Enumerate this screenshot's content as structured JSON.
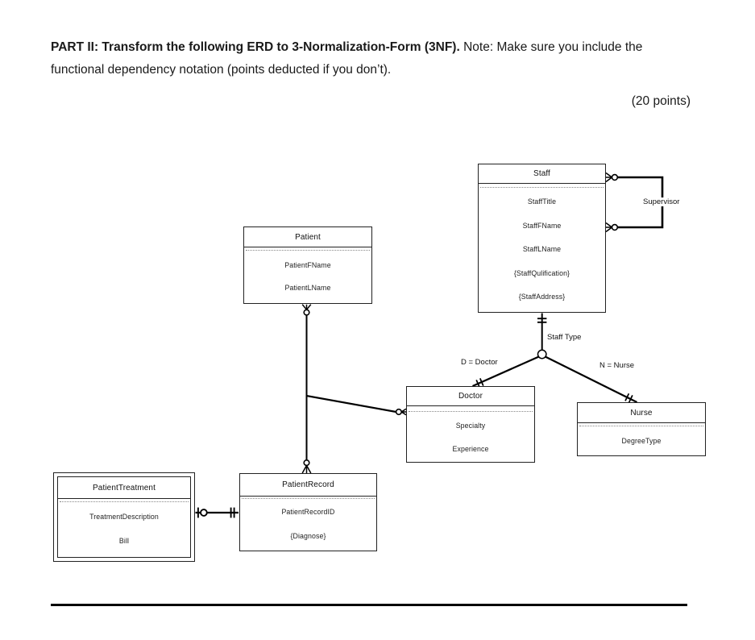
{
  "colors": {
    "background": "#ffffff",
    "ink": "#1a1a1a",
    "line": "#000000"
  },
  "header": {
    "line1_bold": "PART II: Transform the following ERD to 3-Normalization-Form (3NF).",
    "line1_regular": " Note: Make sure you include the functional dependency notation (points deducted if you don’t).",
    "points": "(20 points)"
  },
  "diagram": {
    "entities": [
      {
        "id": "staff",
        "title": "Staff",
        "attributes": [
          "StaffTitle",
          "StaffFName",
          "StaffLName",
          "{StaffQulification}",
          "{StaffAddress}"
        ]
      },
      {
        "id": "patient",
        "title": "Patient",
        "attributes": [
          "PatientFName",
          "PatientLName"
        ]
      },
      {
        "id": "doctor",
        "title": "Doctor",
        "attributes": [
          "Specialty",
          "Experience"
        ]
      },
      {
        "id": "nurse",
        "title": "Nurse",
        "attributes": [
          "DegreeType"
        ]
      },
      {
        "id": "patient_record",
        "title": "PatientRecord",
        "attributes": [
          "PatientRecordID",
          "{Diagnose}"
        ]
      },
      {
        "id": "patient_treatment",
        "title": "PatientTreatment",
        "weak": true,
        "attributes": [
          "TreatmentDescription",
          "Bill"
        ]
      }
    ],
    "labels": {
      "supervisor": "Supervisor",
      "staff_type": "Staff Type",
      "d_doctor": "D = Doctor",
      "n_nurse": "N = Nurse"
    }
  }
}
